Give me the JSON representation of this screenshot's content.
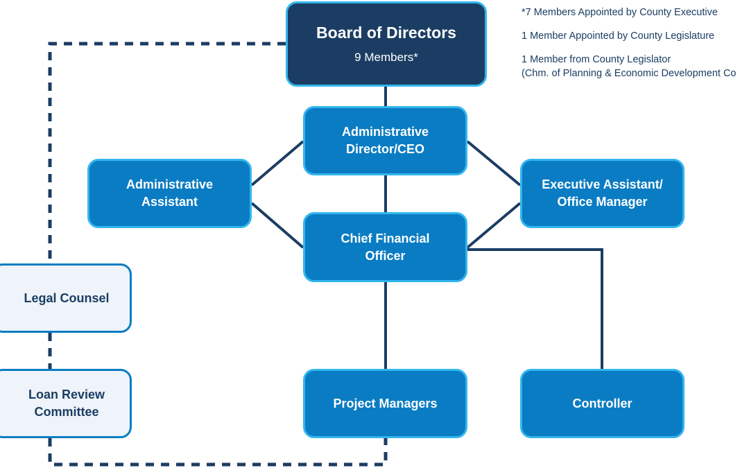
{
  "board": {
    "title": "Board of Directors",
    "subtitle": "9 Members*"
  },
  "notes": [
    "*7 Members Appointed by County Executive",
    "1 Member Appointed by County Legislature",
    "1 Member from County Legislator",
    "(Chm. of Planning & Economic Development Co"
  ],
  "nodes": {
    "admin_director": [
      "Administrative",
      "Director/CEO"
    ],
    "admin_assistant": [
      "Administrative",
      "Assistant"
    ],
    "exec_assistant": [
      "Executive Assistant/",
      "Office Manager"
    ],
    "cfo": [
      "Chief Financial",
      "Officer"
    ],
    "legal_counsel": "Legal Counsel",
    "loan_review": [
      "Loan Review",
      "Committee"
    ],
    "project_managers": "Project Managers",
    "controller": "Controller"
  },
  "colors": {
    "dark": "#1b3d63",
    "blue": "#0a7cc3",
    "light_border": "#33b6ee",
    "light_fill": "#eef4f9"
  }
}
